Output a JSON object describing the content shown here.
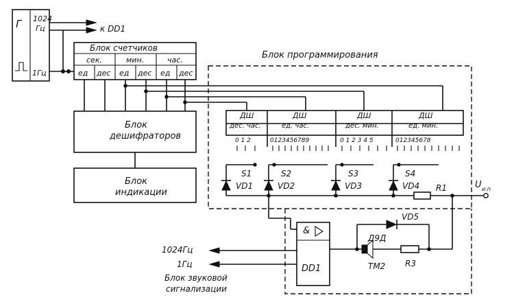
{
  "generator": {
    "symbol": "Г",
    "freq_high_line1": "1024",
    "freq_high_line2": "Гц",
    "freq_low": "1Гц",
    "to_dd1": "к DD1"
  },
  "counter_block": {
    "title": "Блок счетчиков",
    "groups": [
      "сек.",
      "мин.",
      "час."
    ],
    "cells": [
      "ед",
      "дес",
      "ед",
      "дес",
      "ед",
      "дес"
    ]
  },
  "decoder_block": {
    "line1": "Блок",
    "line2": "дешифраторов"
  },
  "indication_block": {
    "line1": "Блок",
    "line2": "индикации"
  },
  "programming_block": {
    "title": "Блок программирования",
    "decoders": [
      {
        "name": "ДШ",
        "sub": "дес. час.",
        "digits": "0 1 2"
      },
      {
        "name": "ДШ",
        "sub": "ед. час.",
        "digits": "0123456789"
      },
      {
        "name": "ДШ",
        "sub": "дес. мин.",
        "digits": "0 1 2 3 4 5"
      },
      {
        "name": "ДШ",
        "sub": "ед. мин.",
        "digits": "012345678"
      }
    ],
    "switches": [
      "S1",
      "S2",
      "S3",
      "S4"
    ],
    "diodes": [
      "VD1",
      "VD2",
      "VD3",
      "VD4"
    ],
    "resistor": "R1",
    "supply_label": "U",
    "supply_sub": "и.п"
  },
  "alarm": {
    "gate_symbol": "&",
    "gate_name": "DD1",
    "diode": "VD5",
    "diode_type": "Д9Д",
    "emitter": "ТМ2",
    "resistor": "R3",
    "input_1024": "1024Гц",
    "input_1hz": "1Гц",
    "caption_line1": "Блок звуковой",
    "caption_line2": "сигнализации"
  }
}
